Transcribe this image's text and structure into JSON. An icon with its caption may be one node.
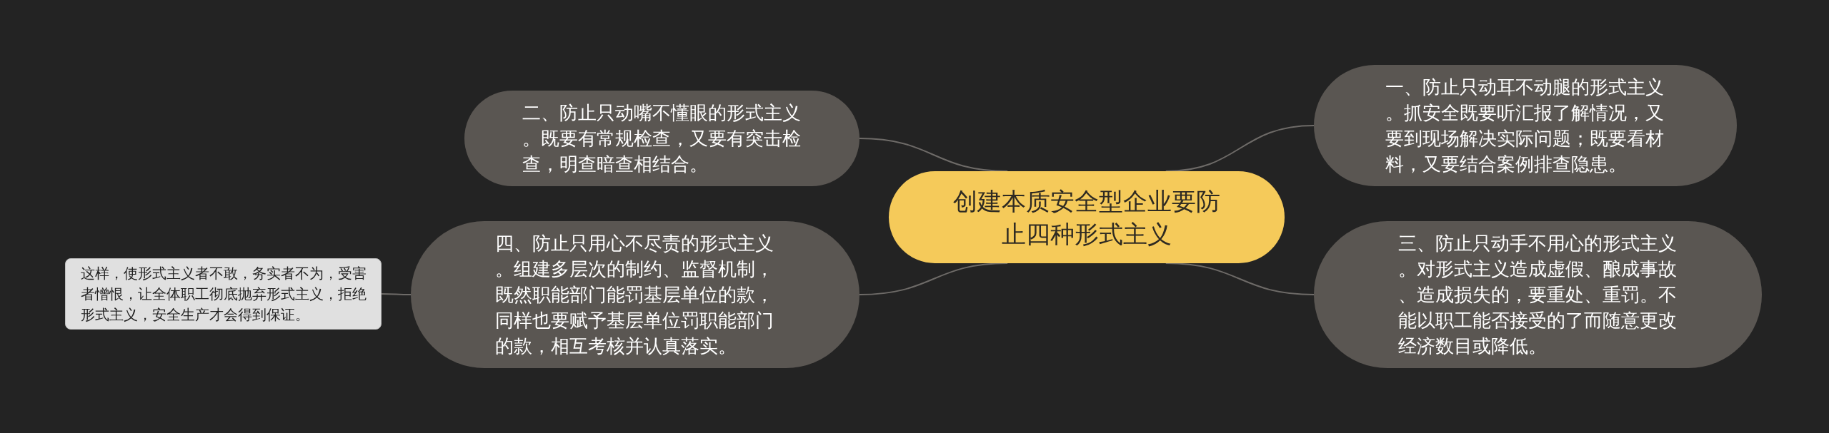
{
  "diagram": {
    "nodes": [
      {
        "text": [
          "创建本质安全型企业要防止四种形式主义"
        ]
      },
      {
        "text": [
          "一、防止只动耳不动腿的形式主义。抓安全既要听汇报了解情况，又要到现场解决实际问题；既要看材料，又要结合案例排查隐患。"
        ]
      },
      {
        "text": [
          "二、防止只动嘴不懂眼的形式主义。既要有常规检查，又要有突击检查，明查暗查相结合。"
        ]
      },
      {
        "text": [
          "三、防止只动手不用心的形式主义。对形式主义造成虚假、酿成事故、造成损失的，要重处、重罚。不能以职工能否接受的了而随意更改经济数目或降低。"
        ]
      },
      {
        "text": [
          "四、防止只用心不尽责的形式主义。组建多层次的制约、监督机制，既然职能部门能罚基层单位的款，同样也要赋予基层单位罚职能部门的款，相互考核并认真落实。"
        ]
      },
      {
        "text": [
          "这样，使形式主义者不敢，务实者不为，受害者憎恨，让全体职工彻底抛弃形式主义，拒绝形式主义，安全生产才会得到保证。"
        ]
      }
    ],
    "edges": [
      {
        "from": 0,
        "to": 1,
        "arrow": "none"
      },
      {
        "from": 0,
        "to": 2,
        "arrow": "none"
      },
      {
        "from": 0,
        "to": 3,
        "arrow": "none"
      },
      {
        "from": 0,
        "to": 4,
        "arrow": "none"
      },
      {
        "from": 4,
        "to": 5,
        "arrow": "none"
      }
    ]
  }
}
